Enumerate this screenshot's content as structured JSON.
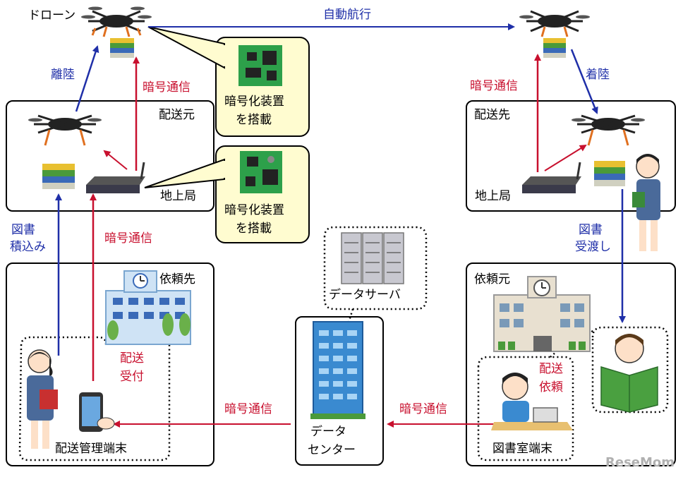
{
  "labels": {
    "drone": "ドローン",
    "autonomous_flight": "自動航行",
    "takeoff": "離陸",
    "landing": "着陸",
    "encrypted_comm": "暗号通信",
    "origin": "配送元",
    "destination": "配送先",
    "ground_station": "地上局",
    "encryption_device_line1": "暗号化装置",
    "encryption_device_line2": "を搭載",
    "book_loading_line1": "図書",
    "book_loading_line2": "積込み",
    "book_handover_line1": "図書",
    "book_handover_line2": "受渡し",
    "request_recipient": "依頼先",
    "requester": "依頼元",
    "data_server": "データサーバ",
    "data_center_line1": "データ",
    "data_center_line2": "センター",
    "delivery_accept_line1": "配送",
    "delivery_accept_line2": "受付",
    "delivery_request_line1": "配送",
    "delivery_request_line2": "依頼",
    "delivery_mgmt_terminal": "配送管理端末",
    "library_terminal": "図書室端末",
    "watermark": "ReseMom"
  },
  "colors": {
    "blue_arrow": "#1f2fa8",
    "red_arrow": "#c8102e",
    "bubble_fill": "#fffcd0"
  }
}
